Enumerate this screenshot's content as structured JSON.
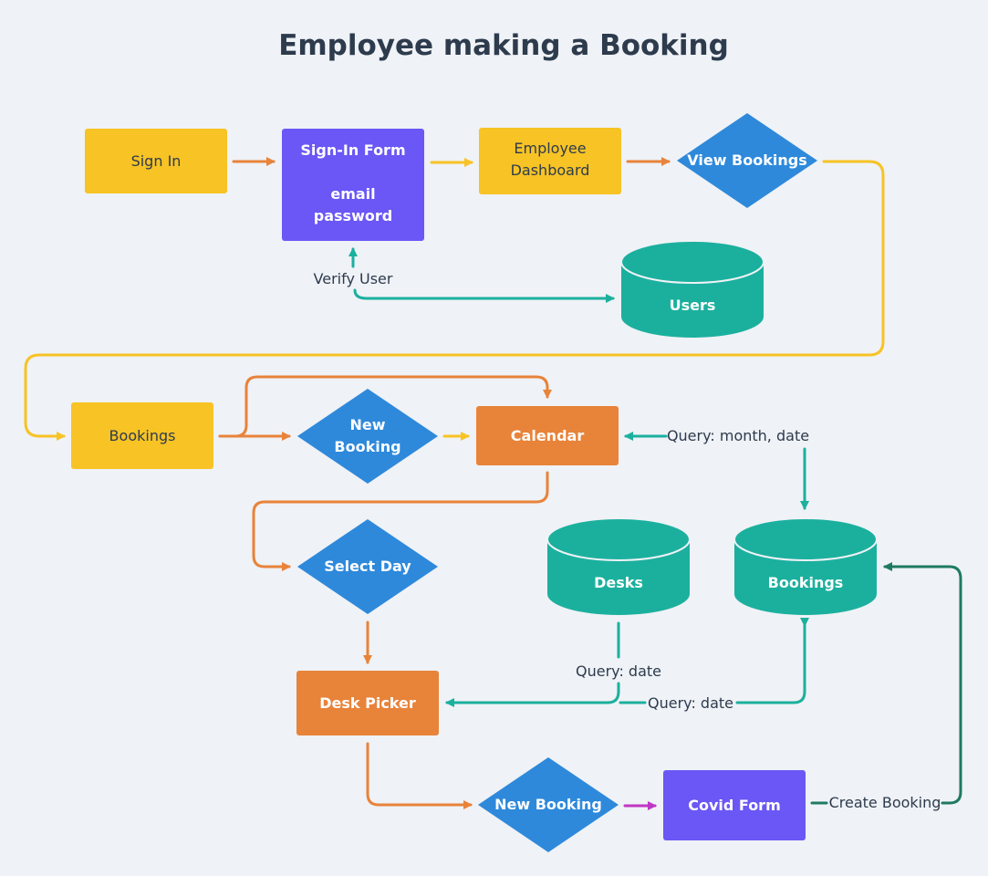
{
  "title": "Employee making a Booking",
  "colors": {
    "yellow": "#f7c325",
    "purple": "#6a57f5",
    "blue": "#2e89db",
    "orange": "#e8833a",
    "teal": "#1bb09e",
    "dark_green": "#1e7a62",
    "magenta": "#c135c4",
    "background": "#eff2f6"
  },
  "nodes": {
    "sign_in": "Sign In",
    "sign_in_form": [
      "Sign-In Form",
      "",
      "email",
      "password"
    ],
    "employee_dashboard": [
      "Employee",
      "Dashboard"
    ],
    "view_bookings": "View Bookings",
    "users_db": "Users",
    "bookings": "Bookings",
    "new_booking_top": [
      "New",
      "Booking"
    ],
    "calendar": "Calendar",
    "select_day": "Select Day",
    "desks_db": "Desks",
    "bookings_db": "Bookings",
    "desk_picker": "Desk Picker",
    "new_booking_bottom": "New Booking",
    "covid_form": "Covid Form"
  },
  "edge_labels": {
    "verify_user": "Verify User",
    "query_month_date": "Query: month, date",
    "query_date_desks": "Query: date",
    "query_date_bookings": "Query: date",
    "create_booking": "Create Booking"
  }
}
